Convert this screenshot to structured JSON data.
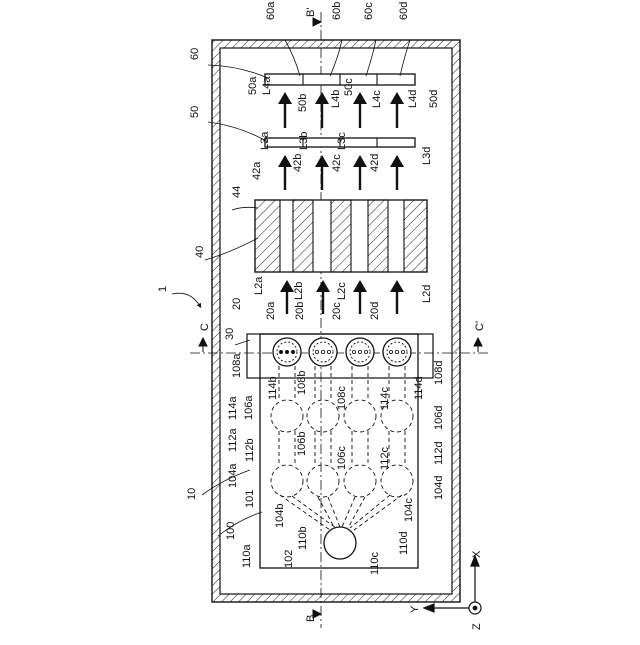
{
  "figure": {
    "labels": {
      "ref_1": "1",
      "ref_10": "10",
      "ref_20": "20",
      "ref_30": "30",
      "ref_40": "40",
      "ref_44": "44",
      "ref_50": "50",
      "ref_60": "60",
      "ref_100": "100",
      "ref_101": "101",
      "ref_102": "102",
      "s60a": "60a",
      "s60b": "60b",
      "s60c": "60c",
      "s60d": "60d",
      "s50a_l": "50a",
      "s50b": "50b",
      "s50c": "50c",
      "s50d": "50d",
      "s42a": "42a",
      "s42b": "42b",
      "s42c": "42c",
      "s42d": "42d",
      "s20a": "20a",
      "s20b": "20b",
      "s20c": "20c",
      "s20d": "20d",
      "L4a": "L4a",
      "L4b": "L4b",
      "L4c": "L4c",
      "L4d": "L4d",
      "L3a": "L3a",
      "L3b": "L3b",
      "L3c": "L3c",
      "L3d": "L3d",
      "L2a": "L2a",
      "L2b": "L2b",
      "L2c": "L2c",
      "L2d": "L2d",
      "s108a": "108a",
      "s108b": "108b",
      "s108c": "108c",
      "s108d": "108d",
      "s114a": "114a",
      "s114b": "114b",
      "s114c": "114c",
      "s114d": "114d",
      "s106a": "106a",
      "s106b": "106b",
      "s106c": "106c",
      "s106d": "106d",
      "s112a": "112a",
      "s112b": "112b",
      "s112c": "112c",
      "s112d": "112d",
      "s104a": "104a",
      "s104b": "104b",
      "s104c": "104c",
      "s104d": "104d",
      "s110a": "110a",
      "s110b": "110b",
      "s110c": "110c",
      "s110d": "110d",
      "sec_B": "B",
      "sec_B2": "B'",
      "sec_C": "C",
      "sec_C2": "C'",
      "axis_x": "X",
      "axis_y": "Y",
      "axis_z": "Z"
    }
  }
}
